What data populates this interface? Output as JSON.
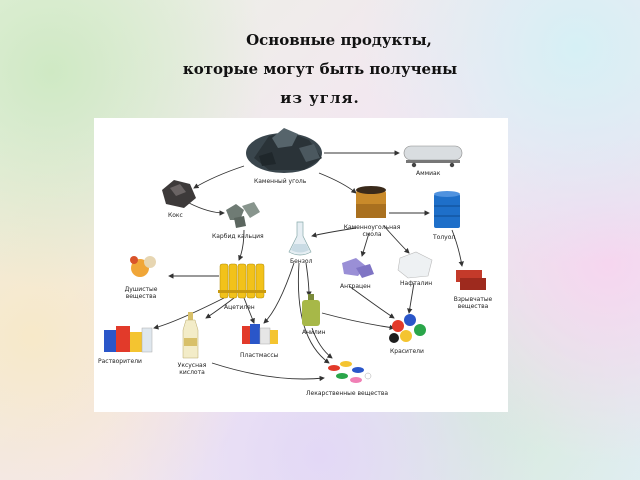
{
  "title": {
    "line1": "Основные продукты,",
    "line2": "которые могут быть получены",
    "line3": "из угля."
  },
  "diagram": {
    "nodes": {
      "coal": "Каменный уголь",
      "ammonia": "Аммиак",
      "coke": "Кокс",
      "calcium_carbide": "Карбид кальция",
      "coal_tar": "Каменноугольная смола",
      "toluene": "Толуол",
      "benzene": "Бензол",
      "fragrances": "Душистые вещества",
      "acetylene": "Ацетилен",
      "anthracene": "Антрацен",
      "naphthalene": "Нафталин",
      "explosives": "Взрывчатые вещества",
      "aniline": "Анилин",
      "solvents": "Растворители",
      "plastics": "Пластмассы",
      "dyes": "Красители",
      "acetic_acid": "Уксусная кислота",
      "medicines": "Лекарственные вещества"
    }
  },
  "colors": {
    "arrow": "#333333",
    "coal": "#2f3a40",
    "drum_blue": "#1e6fc9",
    "acetylene_yellow": "#f2c21a",
    "dye_red": "#e23a2a",
    "dye_blue": "#2a56c9",
    "dye_green": "#2aa64a"
  }
}
